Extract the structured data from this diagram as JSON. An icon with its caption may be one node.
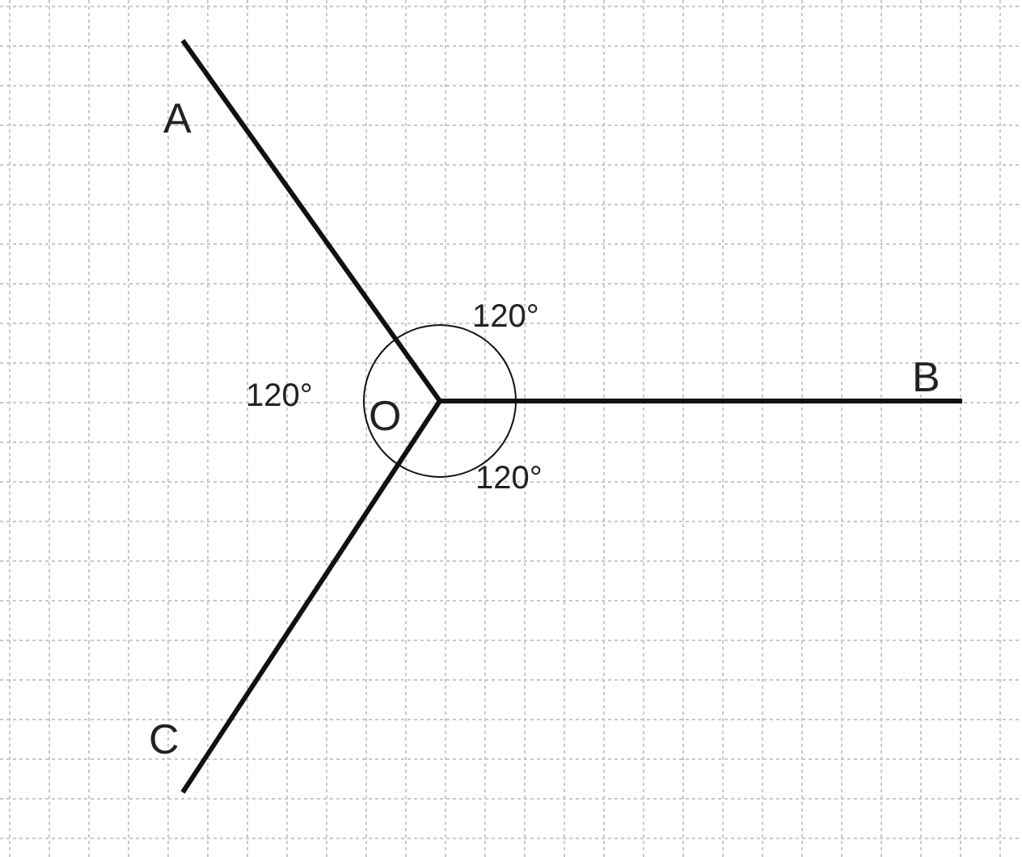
{
  "diagram": {
    "labels": [
      "A",
      "120°",
      "120°",
      "O",
      "B",
      "120°",
      "C"
    ]
  }
}
